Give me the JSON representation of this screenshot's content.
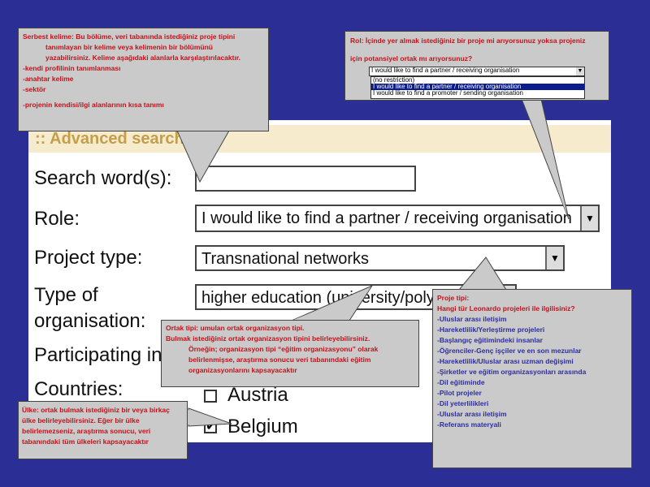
{
  "search_form": {
    "title": ":: Advanced search",
    "search_word_label": "Search word(s):",
    "search_word_value": "",
    "role_label": "Role:",
    "role_value": "I would like to find a partner / receiving organisation",
    "project_type_label": "Project type:",
    "project_type_value": "Transnational networks",
    "org_type_label_line1": "Type of",
    "org_type_label_line2": "organisation:",
    "org_type_value": "higher education (university/polytechnic)",
    "participating_label": "Participating in",
    "countries_label": "Countries:",
    "countries": [
      {
        "name": "Austria",
        "checked": false
      },
      {
        "name": "Belgium",
        "checked": true
      }
    ]
  },
  "callout_search": {
    "line1": "Serbest kelime: Bu bölüme, veri tabanında istediğiniz proje tipini",
    "line2": "tanımlayan bir kelime veya kelimenin bir bölümünü",
    "line3": "yazabilirsiniz. Kelime aşağıdaki alanlarla karşılaştırılacaktır.",
    "line4": "-kendi profilinin tanımlanması",
    "line5": "-anahtar kelime",
    "line6": "-sektör",
    "line7": "-projenin kendisi/ilgi alanlarının kısa tanımı"
  },
  "callout_role": {
    "line1": "Rol: İçinde yer almak istediğiniz bir proje mi arıyorsunuz yoksa projeniz",
    "line2": "için potansiyel ortak mı arıyorsunuz?",
    "select_value": "I would like to find a partner / receiving organisation",
    "options": [
      "(no restriction)",
      "I would like to find a partner / receiving organisation",
      "I would like to find a promoter / sending organisation"
    ]
  },
  "callout_org": {
    "line1": "Ortak tipi: umulan ortak organizasyon tipi.",
    "line2": "Bulmak istediğiniz ortak organizasyon tipini belirleyebilirsiniz.",
    "line3": "Örneğin; organizasyon tipi “eğitim organizasyonu” olarak",
    "line4": "belirlenmişse, araştırma sonucu veri tabanındaki eğitim",
    "line5": "organizasyonlarını kapsayacaktır"
  },
  "callout_country": {
    "line1": "Ülke: ortak bulmak istediğiniz bir veya birkaç",
    "line2": "ülke belirleyebilirsiniz. Eğer bir ülke",
    "line3": "belirlemezseniz, araştırma sonucu, veri",
    "line4": "tabanındaki tüm ülkeleri kapsayacaktır"
  },
  "callout_project": {
    "title": "Proje tipi:",
    "question": " Hangi tür Leonardo projeleri ile ilgilisiniz?",
    "items": [
      "-Uluslar arası iletişim",
      "-Hareketlilik/Yerleştirme projeleri",
      "-Başlangıç eğitimindeki insanlar",
      "-Öğrenciler-Genç işçiler ve en son mezunlar",
      "-Hareketlilik/Uluslar arası uzman değişimi",
      "-Şirketler ve eğitim organizasyonları arasında",
      "-Dil eğitiminde",
      "-Pilot projeler",
      "-Dil yeterlilikleri",
      "-Uluslar arası iletişim",
      "-Referans materyali"
    ]
  },
  "colors": {
    "background": "#2b2e94",
    "callout_bg": "#cacaca",
    "callout_red": "#c2131b",
    "callout_blue": "#2c2ea0",
    "panel_title_bg": "#f6eccd",
    "panel_title_text": "#c59e4a"
  }
}
